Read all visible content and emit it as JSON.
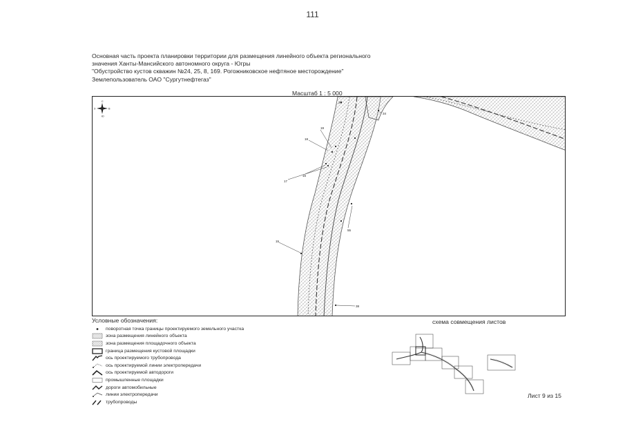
{
  "page_number": "111",
  "header": {
    "line1": "Основная часть проекта планировки территории для размещения линейного объекта регионального",
    "line2": "значения Ханты-Мансийского автономного округа - Югры",
    "line3": "\"Обустройство кустов скважин №24, 25, 8, 169. Рогожниковское нефтяное месторождение\"",
    "line4": "Землепользователь ОАО \"Сургутнефтегаз\""
  },
  "scale_label": "Масштаб 1 : 5 000",
  "map": {
    "north_arrow": {
      "label_n": "С",
      "label_e": "В",
      "label_s": "Ю",
      "label_w": "З"
    },
    "point_labels": {
      "p20": "20",
      "p34": "34",
      "p19": "19",
      "p18": "18",
      "p16": "16",
      "p17": "17",
      "p55": "55",
      "p15": "15",
      "p38": "38"
    },
    "colors": {
      "frame": "#222222",
      "zone_stroke": "#555555",
      "hatch": "#9a9a9a",
      "axis": "#333333"
    }
  },
  "legend": {
    "title": "Условные обозначения:",
    "items": [
      {
        "label": "поворотная точка границы проектируемого земельного участка",
        "icon": "dot-symbol"
      },
      {
        "label": "зона размещения линейного объекта",
        "icon": "hatch-zone-symbol"
      },
      {
        "label": "зона размещения площадочного объекта",
        "icon": "hatch-zone-symbol"
      },
      {
        "label": "граница размещения кустовой площадки",
        "icon": "bold-rect-symbol"
      },
      {
        "label": "ось проектируемого трубопровода",
        "icon": "pipeline-axis-symbol"
      },
      {
        "label": "ось проектируемой линии электропередачи",
        "icon": "powerline-axis-symbol"
      },
      {
        "label": "ось проектируемой автодороги",
        "icon": "road-axis-symbol"
      },
      {
        "label": "промышленные площадки",
        "icon": "empty-rect-symbol"
      },
      {
        "label": "дороги автомобильные",
        "icon": "road-line-symbol"
      },
      {
        "label": "линии электропередачи",
        "icon": "powerline-symbol"
      },
      {
        "label": "трубопроводы",
        "icon": "pipeline-symbol"
      }
    ]
  },
  "scheme_title": "схема совмещения листов",
  "sheet_label": "Лист 9 из 15"
}
